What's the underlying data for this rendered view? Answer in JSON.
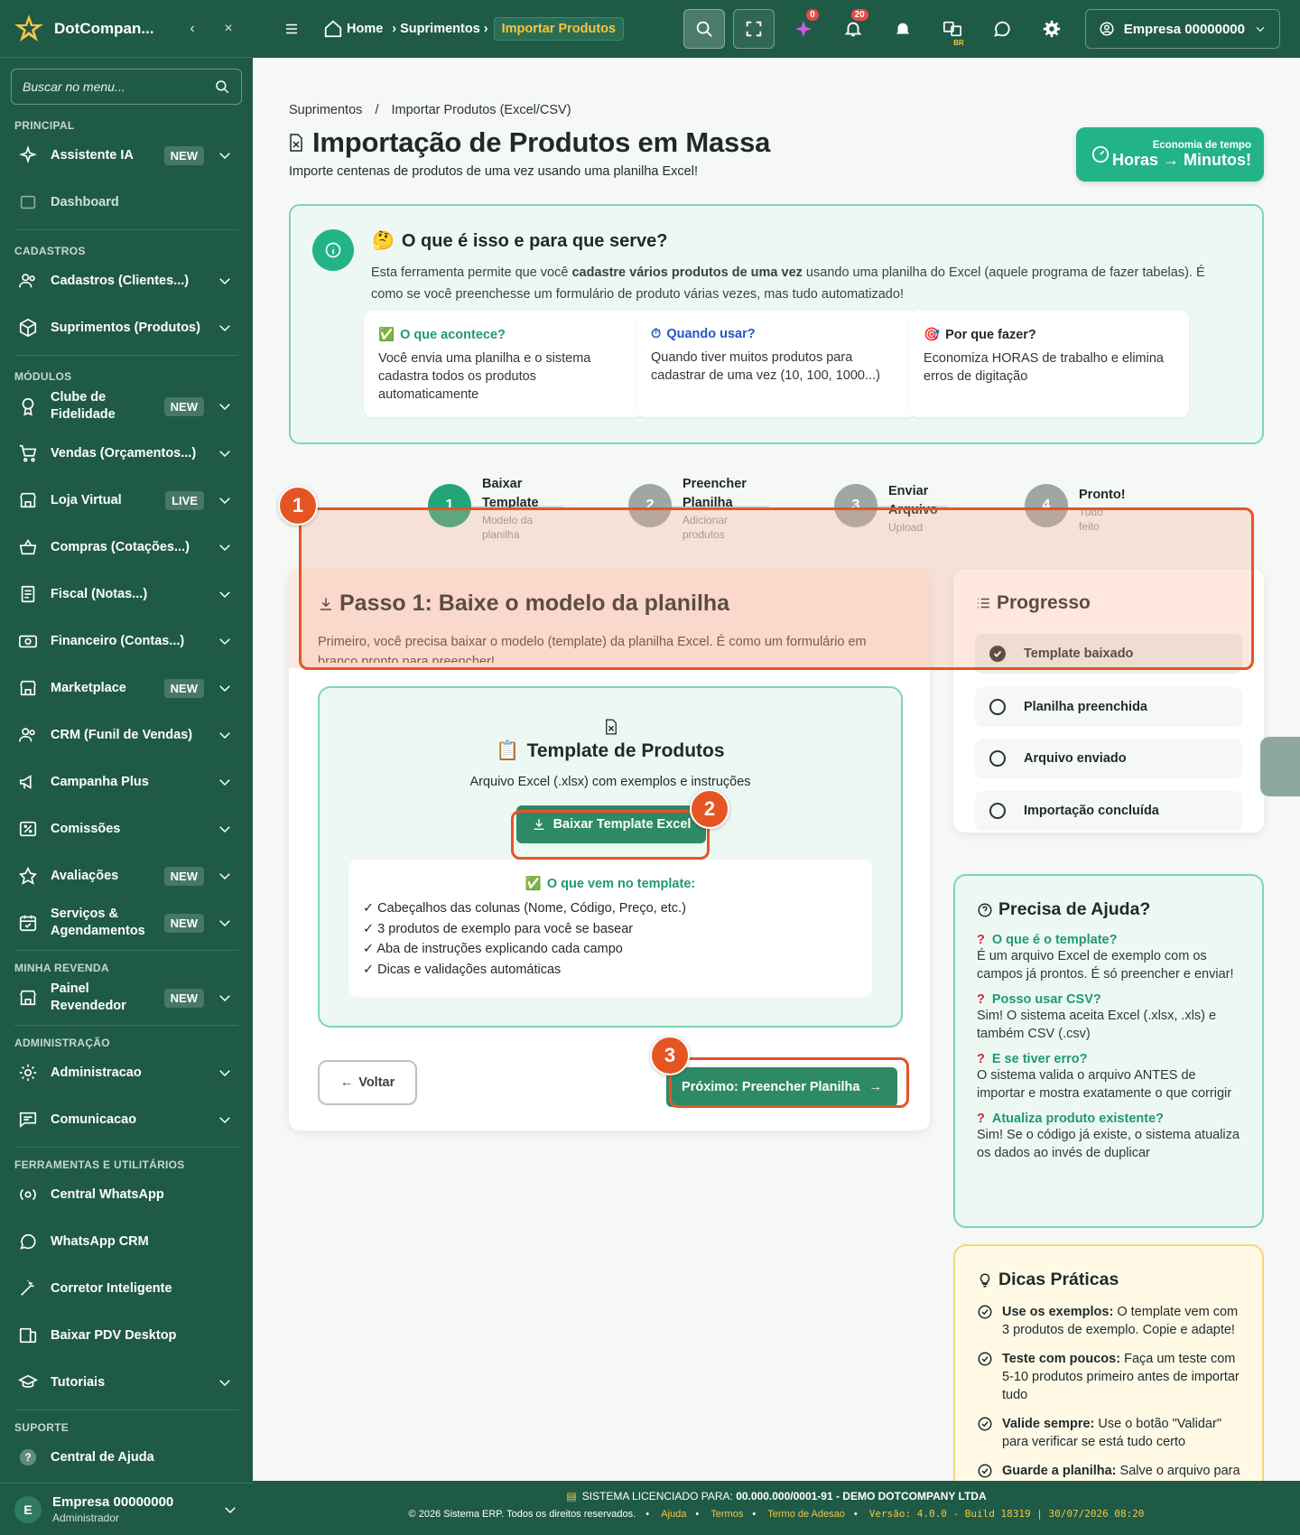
{
  "sidebar": {
    "brand": "DotCompan...",
    "search_placeholder": "Buscar no menu...",
    "sections": {
      "principal": "PRINCIPAL",
      "cadastros": "CADASTROS",
      "modulos": "MÓDULOS",
      "revenda": "MINHA REVENDA",
      "admin": "ADMINISTRAÇÃO",
      "ferramentas": "FERRAMENTAS E UTILITÁRIOS",
      "suporte": "SUPORTE"
    },
    "items": {
      "ia": {
        "label": "Assistente IA",
        "badge": "NEW",
        "icon": "sparkle-icon"
      },
      "dashboard": {
        "label": "Dashboard",
        "icon": "dashboard-icon"
      },
      "cadastros": {
        "label": "Cadastros (Clientes...)",
        "icon": "users-icon"
      },
      "suprimentos": {
        "label": "Suprimentos (Produtos)",
        "icon": "box-icon"
      },
      "clube": {
        "label": "Clube de Fidelidade",
        "badge": "NEW",
        "icon": "medal-icon"
      },
      "vendas": {
        "label": "Vendas (Orçamentos...)",
        "icon": "cart-icon"
      },
      "loja": {
        "label": "Loja Virtual",
        "badge": "LIVE",
        "icon": "store-icon"
      },
      "compras": {
        "label": "Compras (Cotações...)",
        "icon": "basket-icon"
      },
      "fiscal": {
        "label": "Fiscal (Notas...)",
        "icon": "receipt-icon"
      },
      "financeiro": {
        "label": "Financeiro (Contas...)",
        "icon": "cash-icon"
      },
      "marketplace": {
        "label": "Marketplace",
        "badge": "NEW",
        "icon": "shop-icon"
      },
      "crm": {
        "label": "CRM (Funil de Vendas)",
        "icon": "users-icon"
      },
      "campanha": {
        "label": "Campanha Plus",
        "icon": "megaphone-icon"
      },
      "comissoes": {
        "label": "Comissões",
        "icon": "percent-icon"
      },
      "avaliacoes": {
        "label": "Avaliações",
        "badge": "NEW",
        "icon": "star-icon"
      },
      "servicos": {
        "label": "Serviços & Agendamentos",
        "badge": "NEW",
        "icon": "calendar-icon"
      },
      "painel": {
        "label": "Painel Revendedor",
        "badge": "NEW",
        "icon": "store-icon"
      },
      "administracao": {
        "label": "Administracao",
        "icon": "gear-icon"
      },
      "comunicacao": {
        "label": "Comunicacao",
        "icon": "chat-icon"
      },
      "central_whatsapp": {
        "label": "Central WhatsApp",
        "icon": "broadcast-icon"
      },
      "whatsapp_crm": {
        "label": "WhatsApp CRM",
        "icon": "whatsapp-icon"
      },
      "corretor": {
        "label": "Corretor Inteligente",
        "icon": "wand-icon"
      },
      "pdv": {
        "label": "Baixar PDV Desktop",
        "icon": "devices-icon"
      },
      "tutoriais": {
        "label": "Tutoriais",
        "icon": "graduation-icon"
      },
      "central_ajuda": {
        "label": "Central de Ajuda",
        "icon": "help-icon"
      }
    },
    "footer": {
      "avatar": "E",
      "company": "Empresa 00000000",
      "role": "Administrador"
    }
  },
  "topbar": {
    "breadcrumb": {
      "home": "Home",
      "sup": "Suprimentos",
      "current": "Importar Produtos"
    },
    "badges": {
      "ai": "0",
      "notifications": "20"
    },
    "region": "BR",
    "company": "Empresa 00000000"
  },
  "page": {
    "breadcrumb": {
      "parent": "Suprimentos",
      "sep": "/",
      "current": "Importar Produtos (Excel/CSV)"
    },
    "title": "Importação de Produtos em Massa",
    "subtitle": "Importe centenas de produtos de uma vez usando uma planilha Excel!",
    "econ": {
      "small": "Economia de tempo",
      "big": "Horas → Minutos!"
    }
  },
  "info": {
    "title": "O que é isso e para que serve?",
    "desc_a": "Esta ferramenta permite que você ",
    "desc_b": "cadastre vários produtos de uma vez",
    "desc_c": " usando uma planilha do Excel (aquele programa de fazer tabelas). É como se você preenchesse um formulário de produto várias vezes, mas tudo automatizado!",
    "cards": [
      {
        "title": "O que acontece?",
        "text": "Você envia uma planilha e o sistema cadastra todos os produtos automaticamente"
      },
      {
        "title": "Quando usar?",
        "text": "Quando tiver muitos produtos para cadastrar de uma vez (10, 100, 1000...)"
      },
      {
        "title": "Por que fazer?",
        "text": "Economiza HORAS de trabalho e elimina erros de digitação"
      }
    ]
  },
  "steps": [
    {
      "num": "1",
      "title": "Baixar Template",
      "sub": "Modelo da planilha"
    },
    {
      "num": "2",
      "title": "Preencher Planilha",
      "sub": "Adicionar produtos"
    },
    {
      "num": "3",
      "title": "Enviar Arquivo",
      "sub": "Upload"
    },
    {
      "num": "4",
      "title": "Pronto!",
      "sub": "Tudo feito"
    }
  ],
  "step1": {
    "title": "Passo 1: Baixe o modelo da planilha",
    "desc": "Primeiro, você precisa baixar o modelo (template) da planilha Excel. É como um formulário em branco pronto para preencher!",
    "template_title": "Template de Produtos",
    "template_sub": "Arquivo Excel (.xlsx) com exemplos e instruções",
    "download": "Baixar Template Excel",
    "includes_title": "O que vem no template:",
    "includes": [
      "✓ Cabeçalhos das colunas (Nome, Código, Preço, etc.)",
      "✓ 3 produtos de exemplo para você se basear",
      "✓ Aba de instruções explicando cada campo",
      "✓ Dicas e validações automáticas"
    ],
    "back": "Voltar",
    "next": "Próximo: Preencher Planilha"
  },
  "progress": {
    "title": "Progresso",
    "items": [
      "Template baixado",
      "Planilha preenchida",
      "Arquivo enviado",
      "Importação concluída"
    ]
  },
  "help": {
    "title": "Precisa de Ajuda?",
    "qa": [
      {
        "q": "O que é o template?",
        "a": "É um arquivo Excel de exemplo com os campos já prontos. É só preencher e enviar!"
      },
      {
        "q": "Posso usar CSV?",
        "a": "Sim! O sistema aceita Excel (.xlsx, .xls) e também CSV (.csv)"
      },
      {
        "q": "E se tiver erro?",
        "a": "O sistema valida o arquivo ANTES de importar e mostra exatamente o que corrigir"
      },
      {
        "q": "Atualiza produto existente?",
        "a": "Sim! Se o código já existe, o sistema atualiza os dados ao invés de duplicar"
      }
    ]
  },
  "tips": {
    "title": "Dicas Práticas",
    "items": [
      {
        "b": "Use os exemplos:",
        "t": " O template vem com 3 produtos de exemplo. Copie e adapte!"
      },
      {
        "b": "Teste com poucos:",
        "t": " Faça um teste com 5-10 produtos primeiro antes de importar tudo"
      },
      {
        "b": "Valide sempre:",
        "t": " Use o botão \"Validar\" para verificar se está tudo certo"
      },
      {
        "b": "Guarde a planilha:",
        "t": " Salve o arquivo para"
      }
    ]
  },
  "annotations": [
    "1",
    "2",
    "3"
  ],
  "footer": {
    "license_label": "SISTEMA LICENCIADO PARA:",
    "license_value": "00.000.000/0001-91 - DEMO DOTCOMPANY LTDA",
    "copyright": "© 2026 Sistema ERP. Todos os direitos reservados.",
    "links": [
      "Ajuda",
      "Termos",
      "Termo de Adesao"
    ],
    "version": "Versão: 4.0.0 - Build 18319 | 30/07/2026 08:20"
  }
}
